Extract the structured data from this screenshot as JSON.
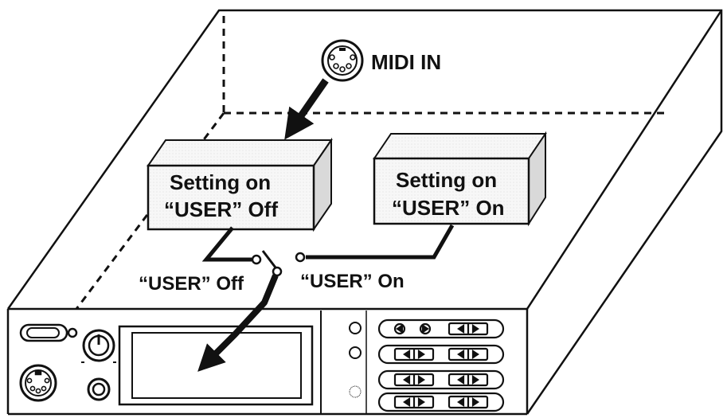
{
  "labels": {
    "midi_in": "MIDI IN",
    "user_off_setting_line1": "Setting on",
    "user_off_setting_line2": "“USER” Off",
    "user_on_setting_line1": "Setting on",
    "user_on_setting_line2": "“USER” On",
    "switch_off": "“USER” Off",
    "switch_on": "“USER” On"
  },
  "colors": {
    "ink": "#111111",
    "paper": "#ffffff",
    "box_face": "#f6f6f6",
    "box_side": "#d9d9d9"
  },
  "icons": {
    "midi_connector": "din-5-pin-connector",
    "front_jack": "headphone-jack",
    "knob": "rotary-knob",
    "arrow": "signal-flow-arrow"
  }
}
